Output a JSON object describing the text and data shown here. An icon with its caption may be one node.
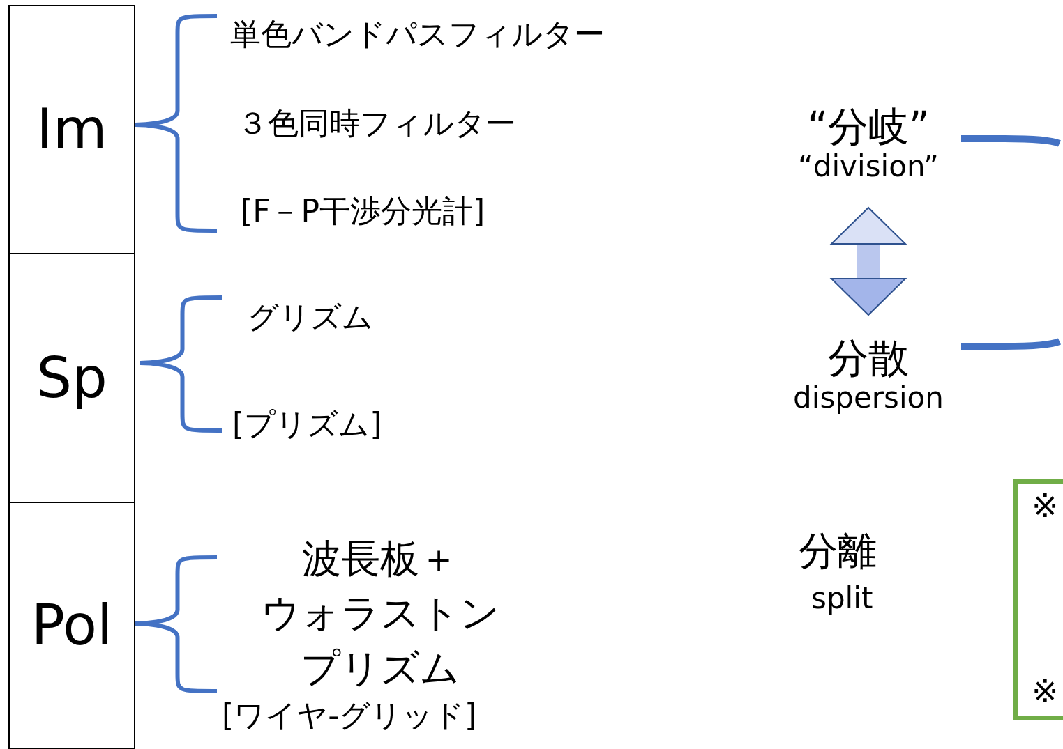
{
  "diagram": {
    "nodes": [
      {
        "text": [
          "Im"
        ]
      },
      {
        "text": [
          "Sp"
        ]
      },
      {
        "text": [
          "Pol"
        ]
      },
      {
        "text": [
          "“分岐”",
          "“division”"
        ]
      },
      {
        "text": [
          "分散",
          "dispersion"
        ]
      },
      {
        "text": [
          "※",
          "※"
        ]
      }
    ],
    "edges": [
      {
        "from": 3,
        "to": 4,
        "arrow": "both"
      }
    ],
    "labels": [
      "単色バンドパスフィルター",
      "３色同時フィルター",
      "[F－P干渉分光計]",
      "グリズム",
      "[プリズム]",
      "波長板＋ウォラストンプリズム",
      "[ワイヤ-グリッド]",
      "分離",
      "split"
    ]
  }
}
